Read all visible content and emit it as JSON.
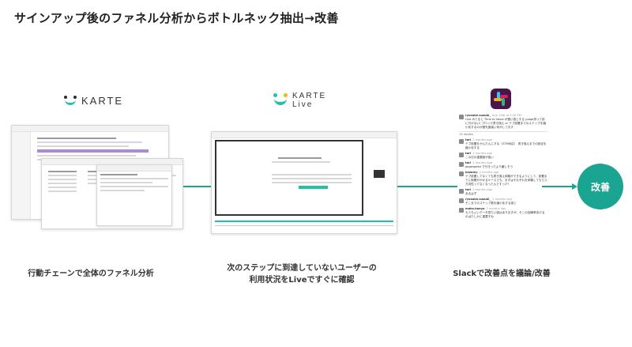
{
  "title": "サインアップ後のファネル分析からボトルネック抽出→改善",
  "logos": {
    "karte": "KARTE",
    "karte_live_line1": "KARTE",
    "karte_live_line2": "Live",
    "slack_icon": "slack-logo-icon"
  },
  "result_label": "改善",
  "captions": {
    "step1": "行動チェーンで全体のファネル分析",
    "step2_line1": "次のステップに到達していないユーザーの",
    "step2_line2": "利用状況をLiveですぐに確認",
    "step3": "Slackで改善点を議論/改善"
  },
  "slack_thread": {
    "root": {
      "user": "ryosuke.suzuki_",
      "time": "Sep 14th at 5:26 PM",
      "text": "Live みてると Time to Value が遅い感じする (page滞って前に行かない) ブロック書き換え or テブ設置までのステップを縮小化するのが優先度高い気がしてます"
    },
    "replies_count": "13 replies",
    "replies": [
      {
        "user": "tori",
        "time": "2 months ago",
        "text": "テブ設置をかんたんにする（GTM対応） 書き換えまでの設定を縮小化する"
      },
      {
        "user": "tori",
        "time": "2 months ago",
        "text": "この辺の重要度が高い"
      },
      {
        "user": "tori",
        "time": "2 months ago",
        "text": "pagespeed で行きったより厳しそう"
      },
      {
        "user": "kazumy",
        "time": "2 months ago",
        "text": "テブ設置してなくても書き換え体験ができるようにして、設置までに時間がかかるケースでも、まずはそれぞれを体験してもらう方向性ってなくなったんですっけ？"
      },
      {
        "user": "tori",
        "time": "2 months ago",
        "text": "あるはず"
      },
      {
        "user": "ryosuke.suzuki_",
        "time": "2 months ago",
        "text": "そこまでのステップ数を縮小化する感じ"
      },
      {
        "user": "mako.kanyo",
        "time": "2 months ago",
        "text": "もうちょいデータ見たい感はありますが、そこの回線率あげるのはたしかに重要すね"
      }
    ]
  },
  "colors": {
    "accent": "#1aa592",
    "underline": "#7fe3d3",
    "slack_bg": "#4a154b"
  }
}
